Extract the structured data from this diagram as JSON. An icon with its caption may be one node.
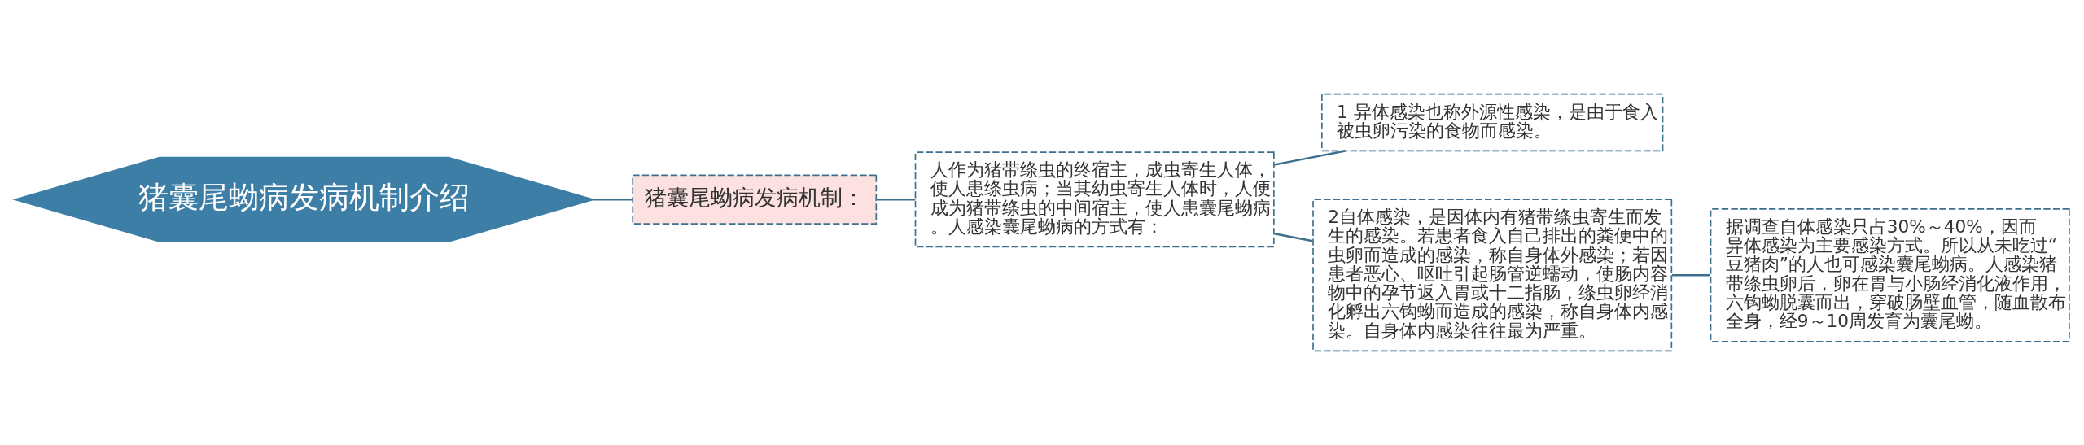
{
  "diagram": {
    "nodes": [
      {
        "text": [
          "猪囊尾蚴病发病机制介绍"
        ]
      },
      {
        "text": [
          "猪囊尾蚴病发病机制："
        ]
      },
      {
        "text": [
          "人作为猪带绦虫的终宿主，成虫寄生人体，使人患绦虫病；当其幼虫寄生人体时，人便成为猪带绦虫的中间宿主，使人患囊尾蚴病。人感染囊尾蚴病的方式有："
        ]
      },
      {
        "text": [
          "1 异体感染也称外源性感染，是由于食入被虫卵污染的食物而感染。"
        ]
      },
      {
        "text": [
          "2自体感染，是因体内有猪带绦虫寄生而发生的感染。若患者食入自己排出的粪便中的虫卵而造成的感染，称自身体外感染；若因患者恶心、呕吐引起肠管逆蠕动，使肠内容物中的孕节返入胃或十二指肠，绦虫卵经消化孵出六钩蚴而造成的感染，称自身体内感染。自身体内感染往往最为严重。"
        ]
      },
      {
        "text": [
          "据调查自体感染只占30%～40%，因而异体感染为主要感染方式。所以从未吃过“豆猪肉”的人也可感染囊尾蚴病。人感染猪带绦虫卵后，卵在胃与小肠经消化液作用，六钩蚴脱囊而出，穿破肠壁血管，随血散布全身，经9～10周发育为囊尾蚴。"
        ]
      }
    ],
    "edges": [
      {
        "from": 0,
        "to": 1,
        "arrow": "none"
      },
      {
        "from": 1,
        "to": 2,
        "arrow": "none"
      },
      {
        "from": 2,
        "to": 3,
        "arrow": "none"
      },
      {
        "from": 2,
        "to": 4,
        "arrow": "none"
      },
      {
        "from": 4,
        "to": 5,
        "arrow": "none"
      }
    ]
  }
}
